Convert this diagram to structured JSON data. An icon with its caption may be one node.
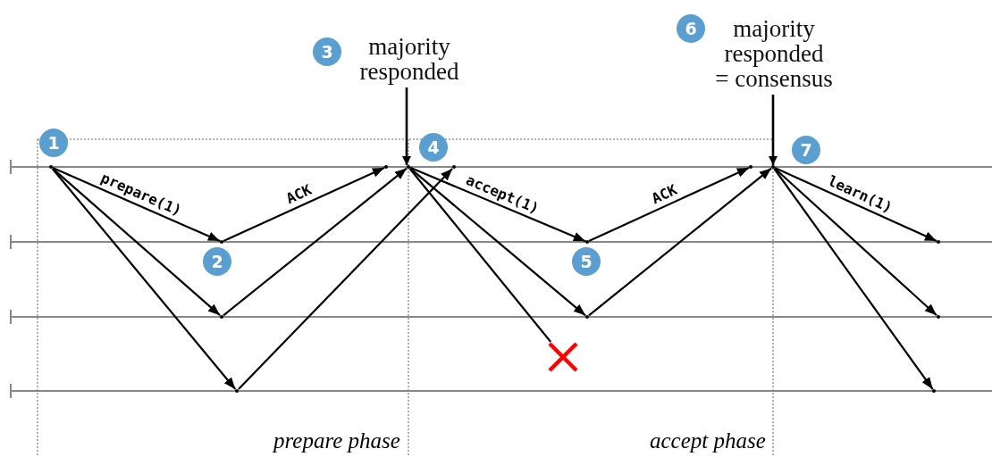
{
  "diagram": {
    "nodes": [
      {
        "text": [
          "majority responded"
        ]
      },
      {
        "text": [
          "majority responded = consensus"
        ]
      },
      {
        "text": [],
        "shape": "point"
      },
      {
        "text": [],
        "shape": "point"
      },
      {
        "text": [],
        "shape": "point"
      },
      {
        "text": [],
        "shape": "point"
      },
      {
        "text": [],
        "shape": "point"
      },
      {
        "text": [],
        "shape": "point"
      },
      {
        "text": [],
        "shape": "point"
      },
      {
        "text": [],
        "shape": "point"
      },
      {
        "text": [],
        "shape": "point"
      },
      {
        "text": [],
        "shape": "cross"
      },
      {
        "text": [],
        "shape": "point"
      },
      {
        "text": [],
        "shape": "point"
      },
      {
        "text": [],
        "shape": "point"
      },
      {
        "text": [],
        "shape": "point"
      },
      {
        "text": [],
        "shape": "point"
      }
    ],
    "edges": [
      {
        "from": 0,
        "to": 7,
        "arrow": "to"
      },
      {
        "from": 1,
        "to": 13,
        "arrow": "to"
      },
      {
        "from": 2,
        "to": 3,
        "arrow": "to",
        "label": "prepare(1)"
      },
      {
        "from": 2,
        "to": 4,
        "arrow": "to"
      },
      {
        "from": 2,
        "to": 5,
        "arrow": "to"
      },
      {
        "from": 3,
        "to": 6,
        "arrow": "to",
        "label": "ACK"
      },
      {
        "from": 4,
        "to": 7,
        "arrow": "to"
      },
      {
        "from": 5,
        "to": 8,
        "arrow": "to"
      },
      {
        "from": 7,
        "to": 9,
        "arrow": "to",
        "label": "accept(1)"
      },
      {
        "from": 7,
        "to": 10,
        "arrow": "to"
      },
      {
        "from": 7,
        "to": 11,
        "arrow": "none"
      },
      {
        "from": 9,
        "to": 12,
        "arrow": "to",
        "label": "ACK"
      },
      {
        "from": 10,
        "to": 13,
        "arrow": "to"
      },
      {
        "from": 13,
        "to": 14,
        "arrow": "to",
        "label": "learn(1)"
      },
      {
        "from": 13,
        "to": 15,
        "arrow": "to"
      },
      {
        "from": 13,
        "to": 16,
        "arrow": "to"
      }
    ],
    "labels": [
      "3",
      "6",
      "1",
      "4",
      "7",
      "2",
      "5",
      "prepare phase",
      "accept phase"
    ]
  }
}
